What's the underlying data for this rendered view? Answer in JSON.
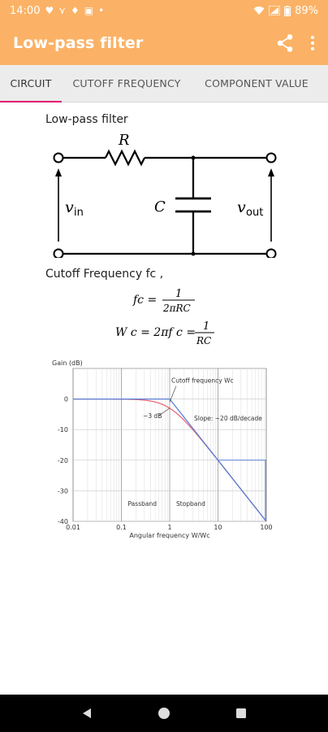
{
  "status": {
    "time": "14:00",
    "battery": "89%",
    "icons_left": [
      "heart-icon",
      "fork-icon",
      "dropbox-icon",
      "sim-icon",
      "dot-icon"
    ],
    "icons_right": [
      "wifi-icon",
      "signal-icon",
      "battery-icon"
    ]
  },
  "app": {
    "title": "Low-pass filter"
  },
  "tabs": [
    {
      "label": "CIRCUIT",
      "active": true
    },
    {
      "label": "CUTOFF FREQUENCY",
      "active": false
    },
    {
      "label": "COMPONENT VALUE",
      "active": false
    }
  ],
  "circuit": {
    "title": "Low-pass filter",
    "resistor_label": "R",
    "capacitor_label": "C",
    "vin_label": "v",
    "vin_sub": "in",
    "vout_label": "v",
    "vout_sub": "out"
  },
  "cutoff": {
    "title": "Cutoff Frequency fc ,",
    "fc_lhs": "fc =",
    "fc_num": "1",
    "fc_den": "2πRC",
    "wc_lhs": "W c = 2πf c =",
    "wc_num": "1",
    "wc_den": "RC"
  },
  "chart_data": {
    "type": "line",
    "ylabel": "Gain (dB)",
    "xlabel": "Angular frequency W/Wc",
    "x_scale": "log",
    "xlim": [
      0.01,
      100
    ],
    "ylim": [
      -40,
      10
    ],
    "x_ticks": [
      "0.01",
      "0.1",
      "1",
      "10",
      "100"
    ],
    "y_ticks": [
      "0",
      "-10",
      "-20",
      "-30",
      "-40"
    ],
    "grid": true,
    "series": [
      {
        "color": "#e86a7a",
        "x": [
          0.01,
          0.1,
          0.5,
          1,
          2,
          10,
          100
        ],
        "y": [
          0,
          0,
          -1,
          -3,
          -7,
          -20,
          -40
        ]
      },
      {
        "color": "#5a7fd6",
        "x": [
          0.01,
          0.1,
          1,
          10,
          100
        ],
        "y": [
          0,
          0,
          0,
          -20,
          -40
        ]
      }
    ],
    "annotations": [
      {
        "text": "Cutoff frequency Wc"
      },
      {
        "text": "−3 dB"
      },
      {
        "text": "Slope: −20 dB/decade"
      },
      {
        "text": "Passband"
      },
      {
        "text": "Stopband"
      }
    ]
  }
}
